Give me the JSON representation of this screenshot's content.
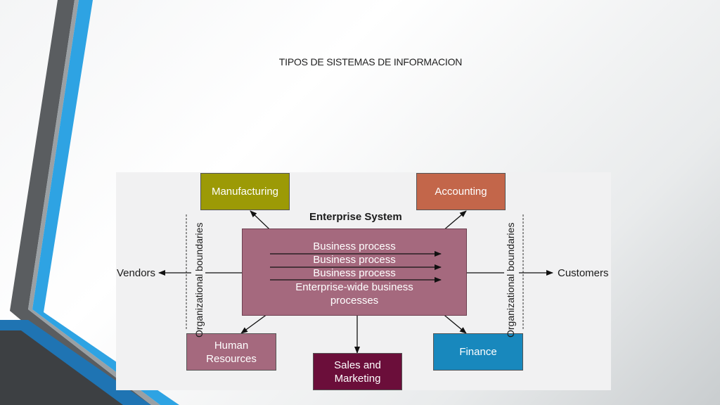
{
  "slide": {
    "title": "TIPOS DE SISTEMAS DE INFORMACION"
  },
  "diagram": {
    "central": {
      "title": "Enterprise System",
      "processes": [
        "Business process",
        "Business process",
        "Business process"
      ],
      "enterprise_process": "Enterprise-wide business\nprocesses"
    },
    "departments": {
      "manufacturing": "Manufacturing",
      "accounting": "Accounting",
      "human_resources": "Human\nResources",
      "sales_marketing": "Sales and\nMarketing",
      "finance": "Finance"
    },
    "external": {
      "vendors": "Vendors",
      "customers": "Customers"
    },
    "boundary_label": "Organizational boundaries",
    "colors": {
      "manufacturing": "#9c9a06",
      "accounting": "#c3664a",
      "human_resources": "#a5697e",
      "sales_marketing": "#6b0e3a",
      "finance": "#1888bd",
      "enterprise": "#a5697e"
    }
  }
}
